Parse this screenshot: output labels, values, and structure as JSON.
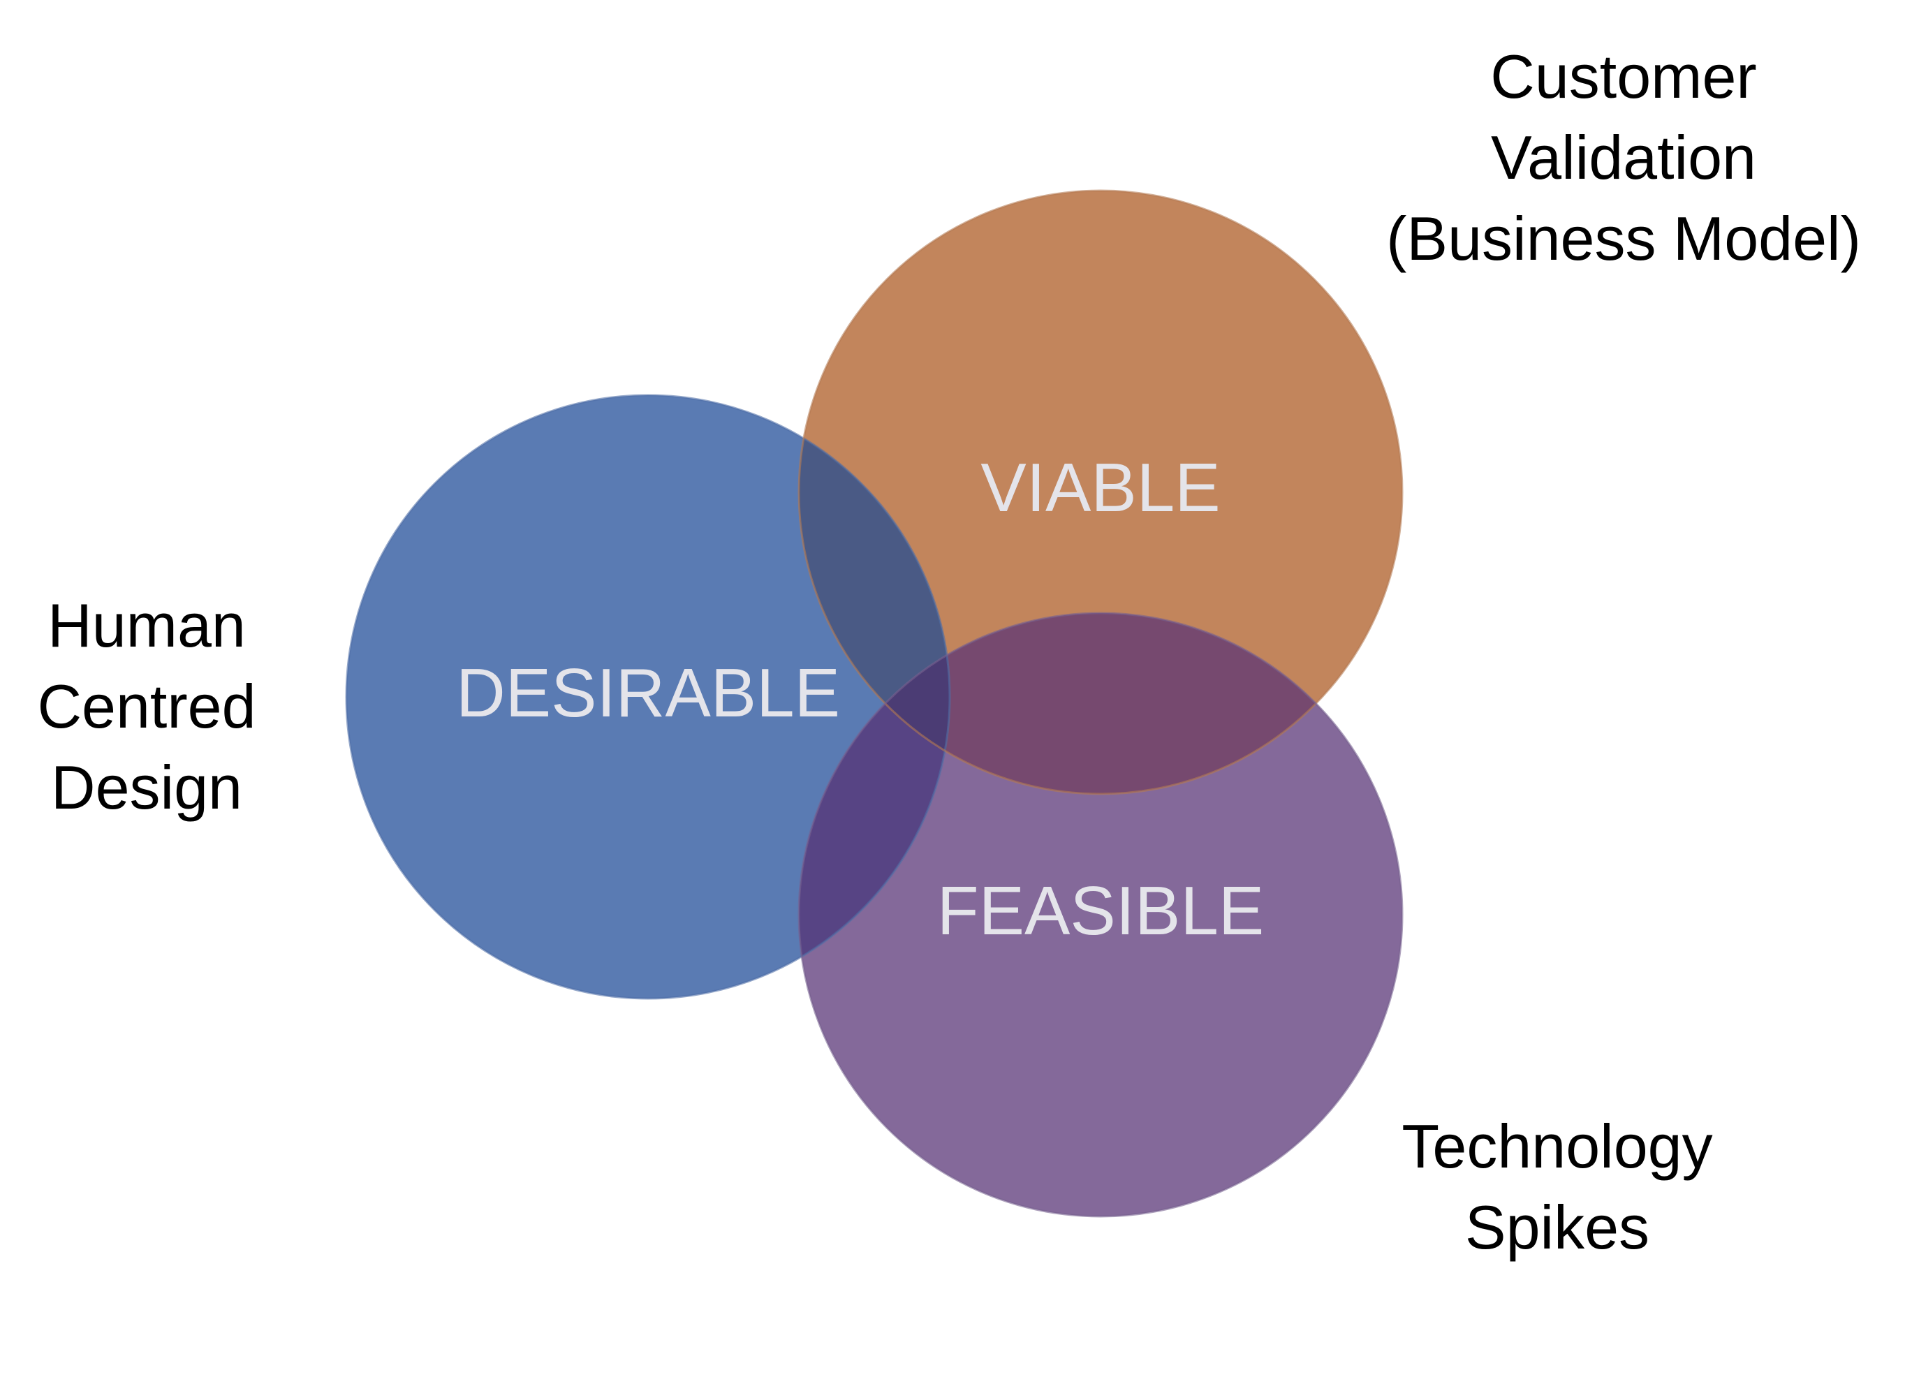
{
  "circles": [
    {
      "key": "desirable",
      "label": "DESIRABLE",
      "color": "#5a7bb3"
    },
    {
      "key": "viable",
      "label": "VIABLE",
      "color": "#c2855c"
    },
    {
      "key": "feasible",
      "label": "FEASIBLE",
      "color": "#84699a"
    }
  ],
  "overlap_colors": {
    "desirable_viable": "#4a5a85",
    "viable_feasible": "#76496f",
    "desirable_feasible": "#574484"
  },
  "annotations": {
    "human_centred_design": [
      "Human",
      "Centred",
      "Design"
    ],
    "customer_validation": [
      "Customer",
      "Validation",
      "(Business Model)"
    ],
    "technology_spikes": [
      "Technology",
      "Spikes"
    ]
  }
}
